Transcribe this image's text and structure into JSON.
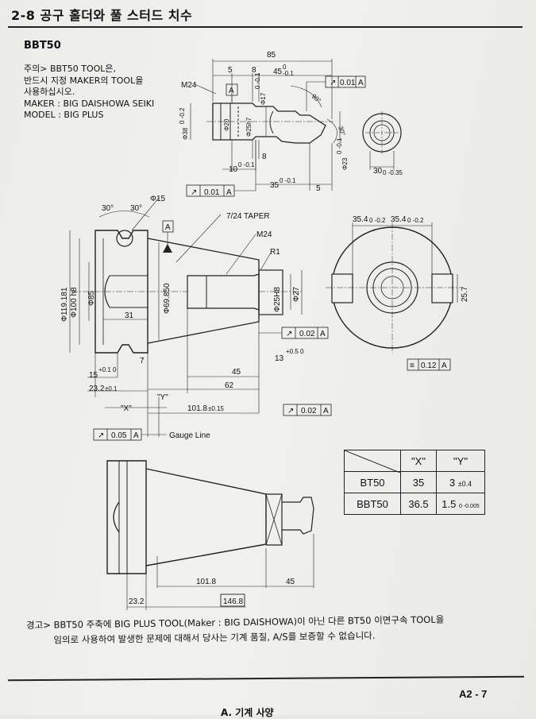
{
  "header": {
    "title": "2-8 공구 홀더와 풀 스터드 치수"
  },
  "section": {
    "title": "BBT50"
  },
  "note": {
    "lines": [
      "주의> BBT50 TOOL은,",
      "반드시 지정 MAKER의 TOOL을",
      "사용하십시오.",
      "MAKER : BIG DAISHOWA SEIKI",
      "MODEL : BIG PLUS"
    ]
  },
  "pull_stud": {
    "d85": "85",
    "d5": "5",
    "d8": "8",
    "d45": "45",
    "d45_tol": "0",
    "d45_tol2": "-0.1",
    "m24": "M24",
    "datum": "A",
    "runout": "0.01",
    "angle90": "90°",
    "angle30": "30°",
    "d38": "Φ38",
    "d38_tol": "0 -0.2",
    "d20": "Φ20",
    "d25": "Φ25h7",
    "d17": "Φ17",
    "d17_tol": "0 -0.1",
    "d23": "Φ23",
    "d23_tol": "0 -0.1",
    "d10": "10",
    "d10_tol": "0 -0.1",
    "d8b": "8",
    "d35": "35",
    "d35_tol": "0 -0.1",
    "d5b": "5",
    "runout2": "0.01",
    "datum2": "A",
    "d30": "30",
    "d30_tol": "0 -0.35"
  },
  "holder": {
    "angle30a": "30°",
    "angle30b": "30°",
    "d15": "Φ15",
    "taper": "7/24 TAPER",
    "m24": "M24",
    "r1": "R1",
    "datum": "A",
    "d119": "Φ119.181",
    "d100": "Φ100 h8",
    "d85": "Φ85",
    "d69": "Φ69.850",
    "d25h8": "Φ25H8",
    "d27": "Φ27",
    "d31": "31",
    "d7": "7",
    "d15b": "15",
    "d15b_tol": "+0.1 0",
    "d23": "23.2",
    "d23_tol": "±0.1",
    "d45": "45",
    "d62": "62",
    "d13": "13",
    "d13_tol": "+0.5 0",
    "d101": "101.8",
    "d101_tol": "±0.15",
    "lblX": "\"X\"",
    "lblY": "\"Y\"",
    "runout1": "0.02",
    "runout2": "0.02",
    "runout3": "0.05",
    "datum_ref": "A",
    "gauge": "Gauge Line",
    "d354a": "35.4",
    "d354a_tol": "0 -0.2",
    "d354b": "35.4",
    "d354b_tol": "0 -0.2",
    "d257": "25.7",
    "sym": "0.12",
    "sym_datum": "A"
  },
  "table": {
    "headers": [
      "\"X\"",
      "\"Y\""
    ],
    "rows": [
      {
        "name": "BT50",
        "x": "35",
        "y": "3",
        "ytol": "±0.4"
      },
      {
        "name": "BBT50",
        "x": "36.5",
        "y": "1.5",
        "ytol": "0 -0.005"
      }
    ]
  },
  "assembly": {
    "d232": "23.2",
    "d1018": "101.8",
    "d45": "45",
    "d1468": "146.8"
  },
  "warning": {
    "line1": "경고> BBT50 주축에 BIG PLUS TOOL(Maker : BIG DAISHOWA)이 아닌 다른 BT50 이면구속 TOOL을",
    "line2": "임의로 사용하여 발생한 문제에 대해서 당사는 기계 품질, A/S를 보증할 수 없습니다."
  },
  "footer": {
    "page": "A2 - 7",
    "chapter": "A. 기계 사양"
  }
}
